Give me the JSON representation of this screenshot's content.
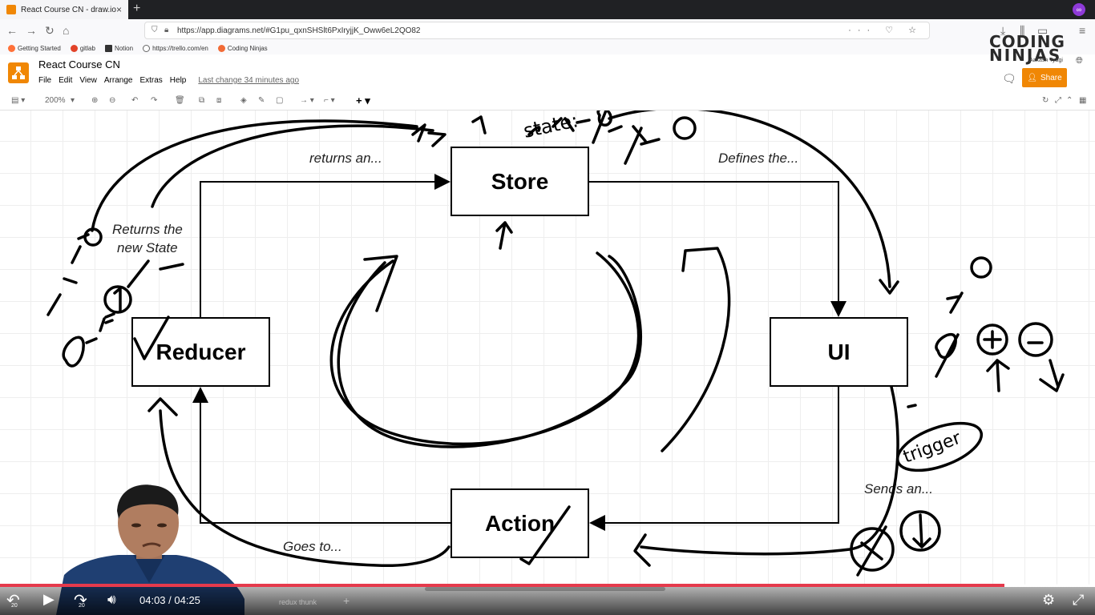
{
  "browser": {
    "tab_title": "React Course CN - draw.io",
    "tab_close": "×",
    "new_tab": "+",
    "url": "https://app.diagrams.net/#G1pu_qxnSHSlt6PxIryjjK_Oww6eL2QO82",
    "url_actions": "··· ♡ ☆",
    "bookmarks": [
      "Getting Started",
      "gitlab",
      "Notion",
      "https://trello.com/en",
      "Coding Ninjas"
    ]
  },
  "app": {
    "title": "React Course CN",
    "menu": [
      "File",
      "Edit",
      "View",
      "Arrange",
      "Extras",
      "Help"
    ],
    "last_change": "Last change 34 minutes ago",
    "share_label": "Share",
    "zoom": "200%"
  },
  "branding": {
    "logo_line1": "CODING",
    "logo_line2": "NINJAS",
    "author": "Aakash Tyagi"
  },
  "diagram": {
    "nodes": {
      "store": "Store",
      "ui": "UI",
      "action": "Action",
      "reducer": "Reducer"
    },
    "edge_labels": {
      "returns": "returns an...",
      "defines": "Defines the...",
      "sends": "Sends an...",
      "goes_to": "Goes to...",
      "returns_state_1": "Returns the",
      "returns_state_2": "new State"
    },
    "annotations": {
      "state": "state:",
      "trigger": "trigger"
    }
  },
  "player": {
    "rewind_label": "20",
    "forward_label": "20",
    "current_time": "04:03",
    "duration": "04:25",
    "time_display": "04:03 / 04:25",
    "progress": 0.917,
    "background_tab": "redux thunk"
  },
  "colors": {
    "drawio_orange": "#f08705",
    "progress_red": "#e53a4c",
    "coding_ninjas_orange": "#f26b36"
  }
}
